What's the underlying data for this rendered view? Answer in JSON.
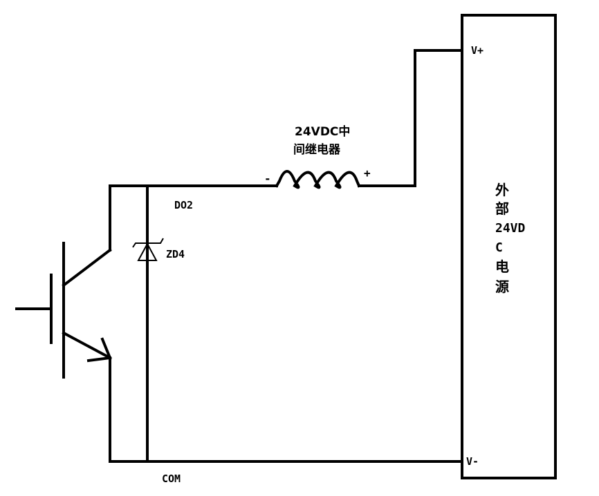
{
  "colors": {
    "wire": "#000000",
    "background": "#ffffff"
  },
  "labels": {
    "relay_line1": "24VDC中",
    "relay_line2": "间继电器",
    "minus": "-",
    "plus": "+",
    "do2": "DO2",
    "zd4": "ZD4",
    "com": "COM",
    "vplus": "V+",
    "vminus": "V-"
  },
  "supply_label": [
    "外",
    "部",
    "24VD",
    "C",
    "电",
    "源"
  ]
}
